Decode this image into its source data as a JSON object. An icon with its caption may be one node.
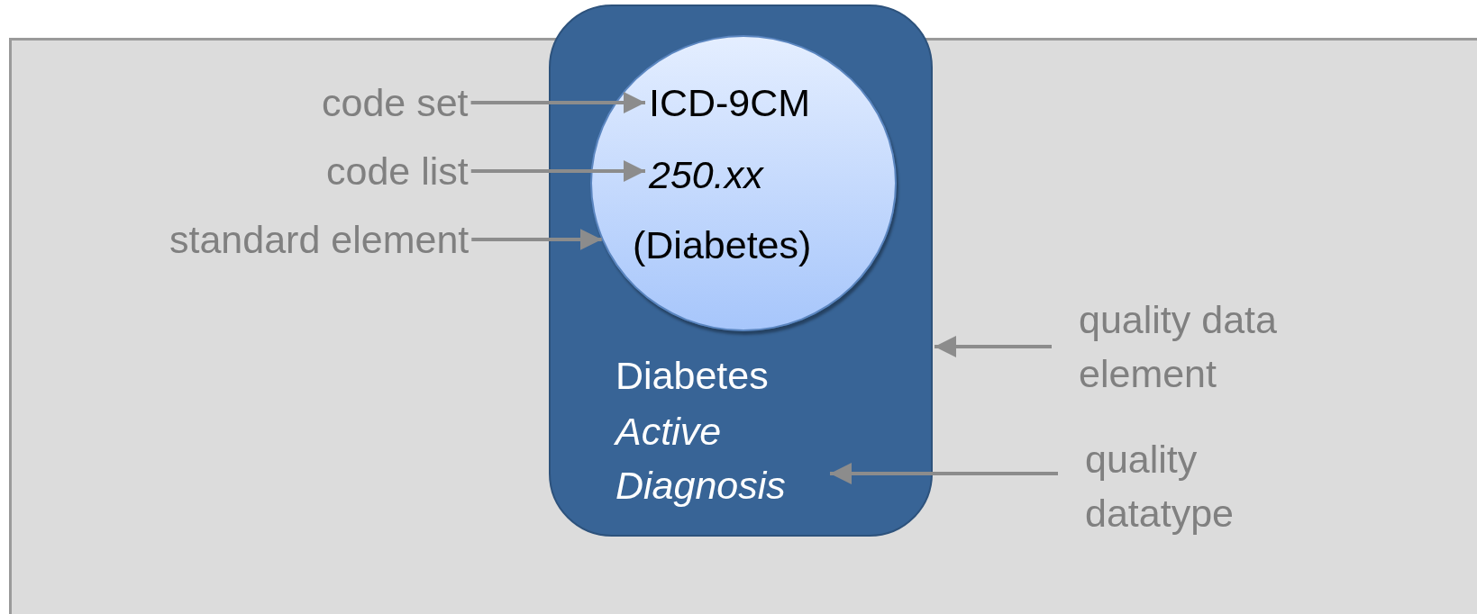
{
  "diagram": {
    "nodes": [
      {
        "text": [],
        "shape": "box"
      },
      {
        "text": [],
        "shape": "circle",
        "in": 0
      },
      {
        "text": [
          "ICD-9CM"
        ],
        "in": 1
      },
      {
        "text": [
          "250.xx"
        ],
        "in": 1
      },
      {
        "text": [
          "(Diabetes)"
        ],
        "in": 1
      },
      {
        "text": [
          "Diabetes"
        ],
        "in": 0
      },
      {
        "text": [
          "Active Diagnosis"
        ],
        "in": 0
      },
      {
        "text": [
          "code set"
        ]
      },
      {
        "text": [
          "code list"
        ]
      },
      {
        "text": [
          "standard element"
        ]
      },
      {
        "text": [
          "quality data element"
        ]
      },
      {
        "text": [
          "quality datatype"
        ]
      }
    ],
    "edges": [
      {
        "from": 7,
        "to": 2,
        "arrow": "to"
      },
      {
        "from": 8,
        "to": 3,
        "arrow": "to"
      },
      {
        "from": 9,
        "to": 1,
        "arrow": "to"
      },
      {
        "from": 10,
        "to": 0,
        "arrow": "to"
      },
      {
        "from": 11,
        "to": 6,
        "arrow": "to"
      }
    ]
  }
}
